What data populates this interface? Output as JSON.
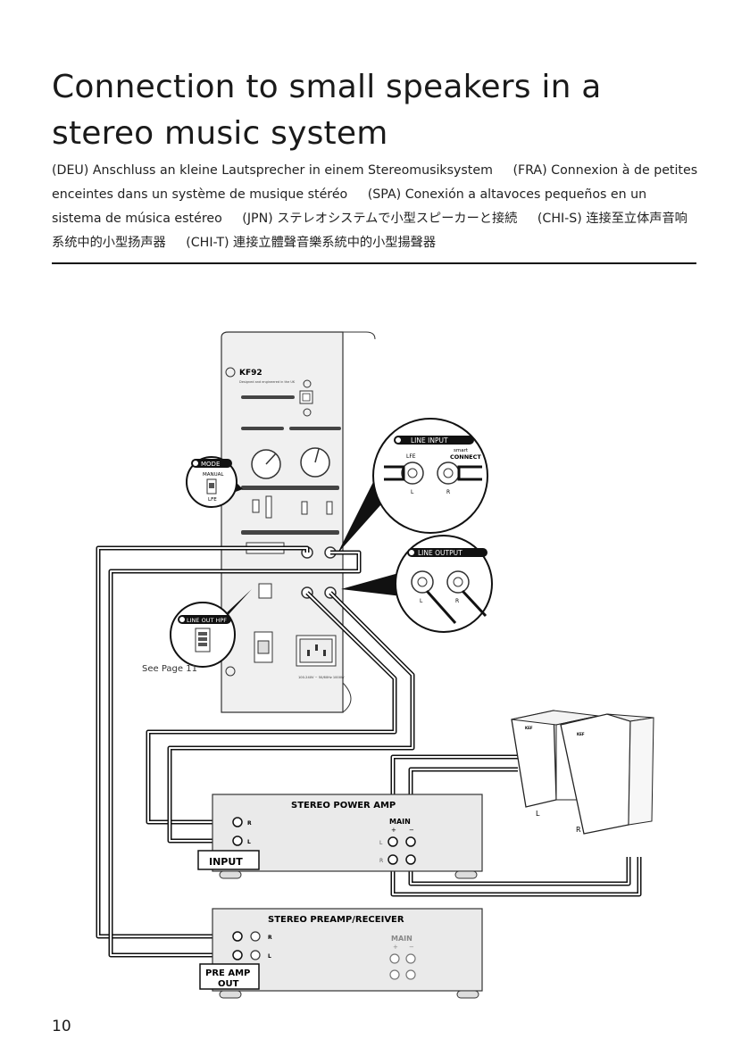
{
  "title": "Connection to small speakers in a stereo music system",
  "languages": [
    "(DEU) Anschluss an kleine Lautsprecher in einem Stereomusiksystem",
    "(FRA) Connexion à de petites enceintes dans un système de musique stéréo",
    "(SPA) Conexión a altavoces pequeños en un sistema de música estéreo",
    "(JPN) ステレオシステムで小型スピーカーと接続",
    "(CHI-S) 连接至立体声音响系统中的小型扬声器",
    "(CHI-T) 連接立體聲音樂系統中的小型揚聲器"
  ],
  "subwoofer": {
    "model": "KF92",
    "tagline": "Designed and engineered in the UK",
    "mode_label": "MODE",
    "mode_manual": "MANUAL",
    "mode_lfe": "LFE",
    "line_input_label": "LINE INPUT",
    "lfe": "LFE",
    "smart_connect_top": "smart",
    "smart_connect": "CONNECT",
    "input_l": "L",
    "input_r": "R",
    "line_output_label": "LINE OUTPUT",
    "output_l": "L",
    "output_r": "R",
    "line_out_hpf_label": "LINE OUT HPF",
    "power_rating": "100-240V ~ 50/60Hz 1000W",
    "see_page": "See Page 11"
  },
  "power_amp": {
    "title": "STEREO POWER AMP",
    "main": "MAIN",
    "plus": "+",
    "minus": "−",
    "ch_r": "R",
    "ch_l": "L",
    "input_label": "INPUT"
  },
  "preamp": {
    "title": "STEREO PREAMP/RECEIVER",
    "main": "MAIN",
    "plus": "+",
    "minus": "−",
    "ch_r": "R",
    "ch_l": "L",
    "pre_amp_out_1": "PRE AMP",
    "pre_amp_out_2": "OUT"
  },
  "speakers": {
    "logo": "KEF",
    "left": "L",
    "right": "R"
  },
  "page_number": "10"
}
